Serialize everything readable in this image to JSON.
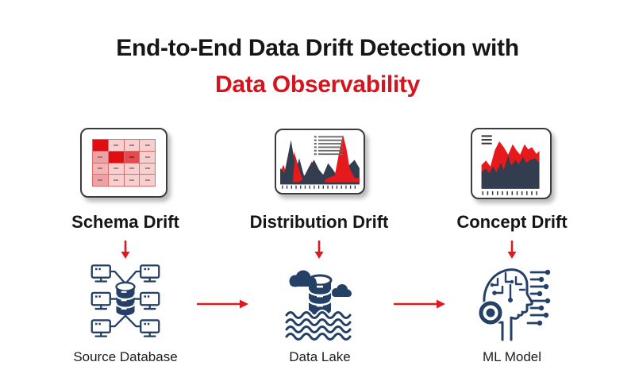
{
  "title": {
    "line1": "End-to-End Data Drift Detection with",
    "line2": "Data Observability"
  },
  "colors": {
    "navy": "#254067",
    "chart_dark": "#323d4f",
    "chart_red": "#e61a1c",
    "arrow_red": "#de1a20",
    "accent_red": "#d6141e",
    "title_black": "#161616",
    "card_border": "#3c3c3c",
    "grid_dark_red": "#e10e11",
    "grid_medium_red": "#e34b50",
    "grid_mid_pink": "#efa2a4",
    "grid_midlight_pink": "#f2b4b4",
    "grid_light_pink": "#f8cfcf",
    "grid_line": "#d96a6d"
  },
  "columns": [
    {
      "drift_label": "Schema Drift",
      "node_label": "Source Database",
      "card_icon": "schema-drift-heatmap-icon",
      "node_icon": "source-database-network-icon"
    },
    {
      "drift_label": "Distribution Drift",
      "node_label": "Data Lake",
      "card_icon": "distribution-chart-icon",
      "node_icon": "data-lake-icon"
    },
    {
      "drift_label": "Concept Drift",
      "node_label": "ML Model",
      "card_icon": "concept-chart-icon",
      "node_icon": "ml-model-head-icon"
    }
  ],
  "schema_grid": {
    "rows": 4,
    "cols": 4,
    "cells": [
      [
        "dark",
        "light",
        "light",
        "light"
      ],
      [
        "mid",
        "dark",
        "medium",
        "light"
      ],
      [
        "midlight",
        "light",
        "light",
        "light"
      ],
      [
        "mid",
        "light",
        "light",
        "light"
      ]
    ]
  }
}
